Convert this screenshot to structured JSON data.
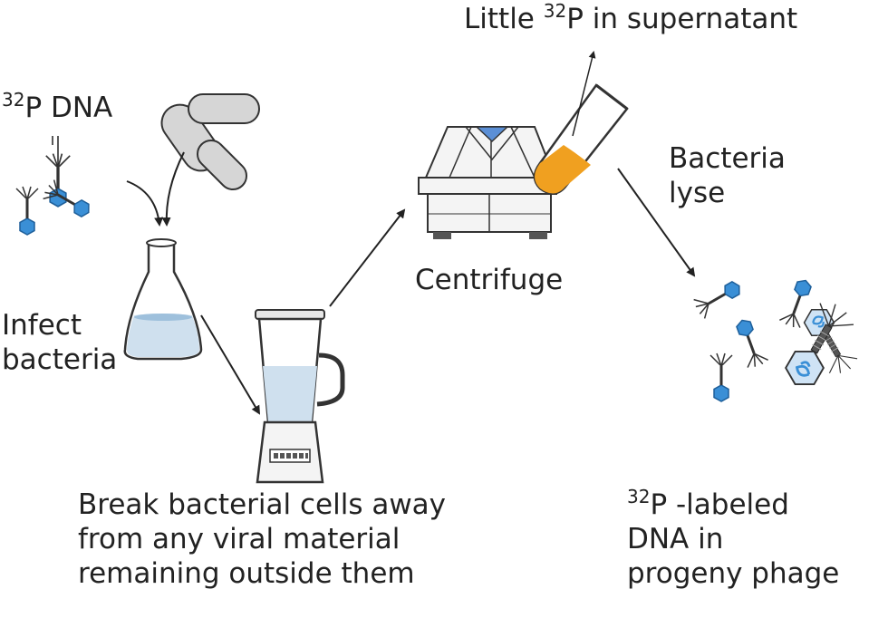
{
  "labels": {
    "p32_dna": {
      "sup": "32",
      "text": "P DNA"
    },
    "infect": [
      "Infect",
      "bacteria"
    ],
    "break_text": [
      "Break bacterial cells away",
      "from any viral material",
      "remaining outside them"
    ],
    "centrifuge": "Centrifuge",
    "supernatant": {
      "pre": "Little ",
      "sup": "32",
      "post": "P in supernatant"
    },
    "bacteria_lyse": [
      "Bacteria",
      "lyse"
    ],
    "progeny": {
      "sup": "32",
      "line1": "P -labeled",
      "line2": "DNA in",
      "line3": "progeny phage"
    }
  },
  "colors": {
    "phage_head": "#3a8fd6",
    "liquid": "#cfe0ee",
    "pellet": "#f0a020",
    "cone": "#5b8fd6",
    "bacteria": "#d6d6d6",
    "stroke": "#2a2a2a"
  }
}
